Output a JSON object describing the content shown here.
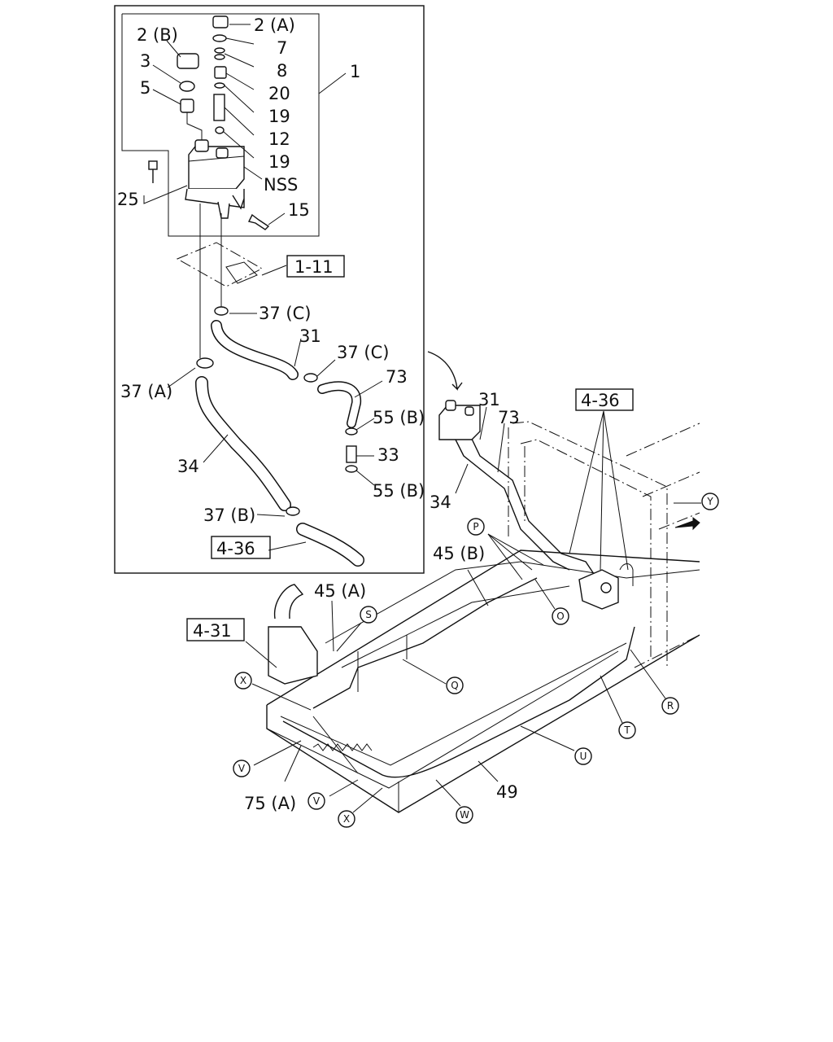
{
  "callouts": {
    "c2a": "2 (A)",
    "c2b": "2 (B)",
    "c7": "7",
    "c8": "8",
    "c20": "20",
    "c19a": "19",
    "c12": "12",
    "c19b": "19",
    "c3": "3",
    "c5": "5",
    "c1": "1",
    "cnss": "NSS",
    "c25": "25",
    "c15": "15",
    "c37c1": "37 (C)",
    "c31a": "31",
    "c37c2": "37 (C)",
    "c73a": "73",
    "c37a": "37 (A)",
    "c55b1": "55 (B)",
    "c33": "33",
    "c55b2": "55 (B)",
    "c34a": "34",
    "c37b": "37 (B)",
    "c31b": "31",
    "c73b": "73",
    "c34b": "34",
    "c45b": "45 (B)",
    "c45a": "45 (A)",
    "c49": "49",
    "c75a": "75 (A)"
  },
  "references": {
    "r111": "1-11",
    "r436a": "4-36",
    "r436b": "4-36",
    "r431": "4-31"
  },
  "markers": {
    "P": "P",
    "O": "O",
    "S": "S",
    "Q": "Q",
    "R": "R",
    "T": "T",
    "U": "U",
    "V1": "V",
    "V2": "V",
    "W": "W",
    "X1": "X",
    "X2": "X",
    "Y": "Y"
  }
}
